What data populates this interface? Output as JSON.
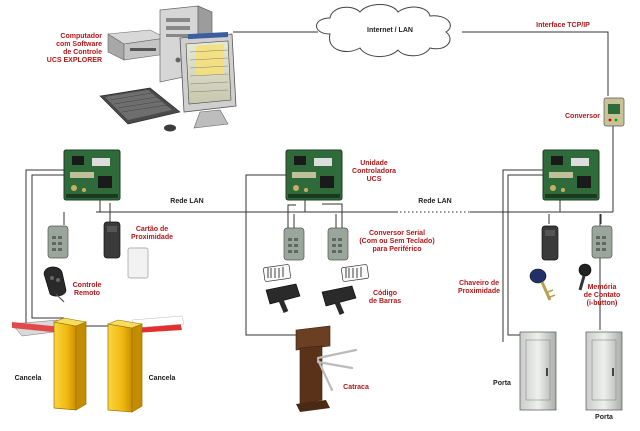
{
  "labels": {
    "computer": "Computador\ncom Software\nde Controle\nUCS EXPLORER",
    "internet": "Internet / LAN",
    "interface": "Interface TCP/IP",
    "converter": "Conversor",
    "controller_unit": "Unidade\nControladora\nUCS",
    "lan_left": "Rede LAN",
    "lan_right": "Rede LAN",
    "prox_card": "Cartão de\nProximidade",
    "remote": "Controle\nRemoto",
    "serial_converter": "Conversor Serial\n(Com ou Sem Teclado)\npara Periférico",
    "barcode": "Código\nde Barras",
    "prox_keyfob": "Chaveiro de\nProximidade",
    "contact_memory": "Memória\nde Contato\n(i-button)",
    "gate_left": "Cancela",
    "gate_right": "Cancela",
    "turnstile": "Catraca",
    "door_left": "Porta",
    "door_right": "Porta"
  },
  "colors": {
    "label_red": "#b01818",
    "board_green": "#2f6b3a",
    "gate_yellow": "#f2c21a",
    "cable": "#333333"
  }
}
